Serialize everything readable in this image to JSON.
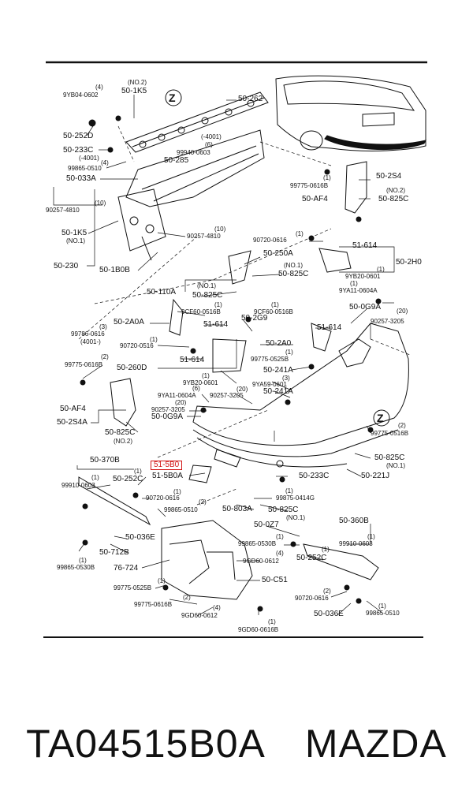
{
  "diagram": {
    "rule_color": "#111111",
    "highlight_color": "#d21414",
    "labels": {
      "p50_262": "50-262",
      "p50_1K5_top": "50-1K5",
      "p50_1K5_top_note": "(NO.2)",
      "p9YB04": "9YB04-0602",
      "p9YB04_q": "(4)",
      "p50_252D": "50-252D",
      "p50_233C": "50-233C",
      "p50_233C_note": "(-4001)",
      "p99865_0510a": "99865-0510",
      "p99865_0510a_q": "(4)",
      "p50_033A": "50-033A",
      "p99940": "99940-0603",
      "p99940_q": "(6)",
      "p4001a": "(-4001)",
      "p50_285": "50-285",
      "p90257_4810a": "90257-4810",
      "p90257_4810a_q": "(10)",
      "p50_1K5_mid": "50-1K5",
      "p50_1K5_mid_note": "(NO.1)",
      "p90257_4810b": "90257-4810",
      "p90257_4810b_q": "(10)",
      "p50_230": "50-230",
      "p50_1B0B": "50-1B0B",
      "p50_2S4_top": "50-2S4",
      "p50_2S4_top_note": "(NO.2)",
      "p99775_0616B_top": "99775-0616B",
      "p99775_0616B_top_q": "(1)",
      "p50_AF4_top": "50-AF4",
      "p50_825C_top": "50-825C",
      "p90720_0616_top": "90720-0616",
      "p90720_0616_top_q": "(1)",
      "p51_614_right": "51-614",
      "p50_250A": "50-250A",
      "p50_250A_note": "(NO.1)",
      "p50_2H0": "50-2H0",
      "p50_825C_mid": "50-825C",
      "p9YB20_a": "9YB20-0601",
      "p9YB20_a_q": "(1)",
      "p50_110A": "50-110A",
      "p50_825C_left": "50-825C",
      "p50_825C_left_note": "(NO.1)",
      "p9YA11_top": "9YA11-0604A",
      "p9YA11_top_q": "(1)",
      "p9CF60_a": "9CF60-0516B",
      "p9CF60_a_q": "(1)",
      "p9CF60_b": "9CF60-0516B",
      "p9CF60_b_q": "(1)",
      "p50_0G9A_right": "50-0G9A",
      "p90257_3205_right": "90257-3205",
      "p90257_3205_right_q": "(20)",
      "p99786": "99786-0616",
      "p99786_q": "(3)",
      "p99786_note": "(4001-)",
      "p50_2A0A": "50-2A0A",
      "p51_614_mid": "51-614",
      "p50_2G9": "50-2G9",
      "p51_614_r2": "51-614",
      "p90720_0516": "90720-0516",
      "p90720_0516_q": "(1)",
      "p50_2A0": "50-2A0",
      "p99775_0616B_left": "99775-0616B",
      "p99775_0616B_left_q": "(2)",
      "p51_614_left": "51-614",
      "p99775_0525B_a": "99775-0525B",
      "p99775_0525B_a_q": "(1)",
      "p50_260D": "50-260D",
      "p50_241A_a": "50-241A",
      "p9YB20_b": "9YB20-0601",
      "p9YB20_b_q": "(1)",
      "p9YA59": "9YA59-0601",
      "p9YA59_q": "(3)",
      "p50_241A_b": "50-241A",
      "p9YA11_mid": "9YA11-0604A",
      "p9YA11_mid_q": "(6)",
      "p90257_3205_mid": "90257-3205",
      "p90257_3205_mid_q": "(20)",
      "p90257_3205_left": "90257-3205",
      "p90257_3205_left_q": "(20)",
      "p50_AF4_left": "50-AF4",
      "p50_0G9A_mid": "50-0G9A",
      "p50_2S4A": "50-2S4A",
      "p50_825C_lower": "50-825C",
      "p50_825C_lower_note": "(NO.2)",
      "p99775_0516B": "99775-0516B",
      "p99775_0516B_q": "(2)",
      "p50_825C_right": "50-825C",
      "p50_825C_right_note": "(NO.1)",
      "p50_370B": "50-370B",
      "p51_5B0": "51-5B0",
      "p51_5B0A": "51-5B0A",
      "p50_221J": "50-221J",
      "p99910_a": "99910-0603",
      "p99910_a_q": "(1)",
      "p50_252C_left": "50-252C",
      "p50_252C_left_q": "(1)",
      "p50_233C_lower": "50-233C",
      "p90720_0616_mid": "90720-0616",
      "p90720_0616_mid_q": "(1)",
      "p99875": "99875-0414G",
      "p99875_q": "(1)",
      "p99865_0510b": "99865-0510",
      "p99865_0510b_q": "(2)",
      "p50_803A": "50-803A",
      "p50_825C_bottom": "50-825C",
      "p50_825C_bottom_note": "(NO.1)",
      "p50_0Z7": "50-0Z7",
      "p50_360B": "50-360B",
      "p50_036E_left": "50-036E",
      "p99865_0530B_a": "99865-0530B",
      "p99865_0530B_a_q": "(1)",
      "p9GD60_0612a": "9GD60-0612",
      "p9GD60_0612a_q": "(4)",
      "p99910_b": "99910-0603",
      "p99910_b_q": "(1)",
      "p50_712B": "50-712B",
      "p99865_0530B_b": "99865-0530B",
      "p99865_0530B_b_q": "(1)",
      "p76_724": "76-724",
      "p50_252C_right": "50-252C",
      "p50_252C_right_q": "(1)",
      "p50_C51": "50-C51",
      "p99775_0525B_b": "99775-0525B",
      "p99775_0525B_b_q": "(1)",
      "p99775_0616B_bot": "99775-0616B",
      "p99775_0616B_bot_q": "(2)",
      "p90720_0616_bot": "90720-0616",
      "p90720_0616_bot_q": "(2)",
      "p50_036E_right": "50-036E",
      "p99865_0510c": "99865-0510",
      "p99865_0510c_q": "(1)",
      "p9GD60_0612b": "9GD60-0612",
      "p9GD60_0612b_q": "(4)",
      "p9GD60_0616B": "9GD60-0616B",
      "p9GD60_0616B_q": "(1)",
      "z_top": "Z",
      "z_right": "Z"
    }
  },
  "caption": {
    "part_number": "TA04515B0A",
    "brand": "MAZDA"
  }
}
